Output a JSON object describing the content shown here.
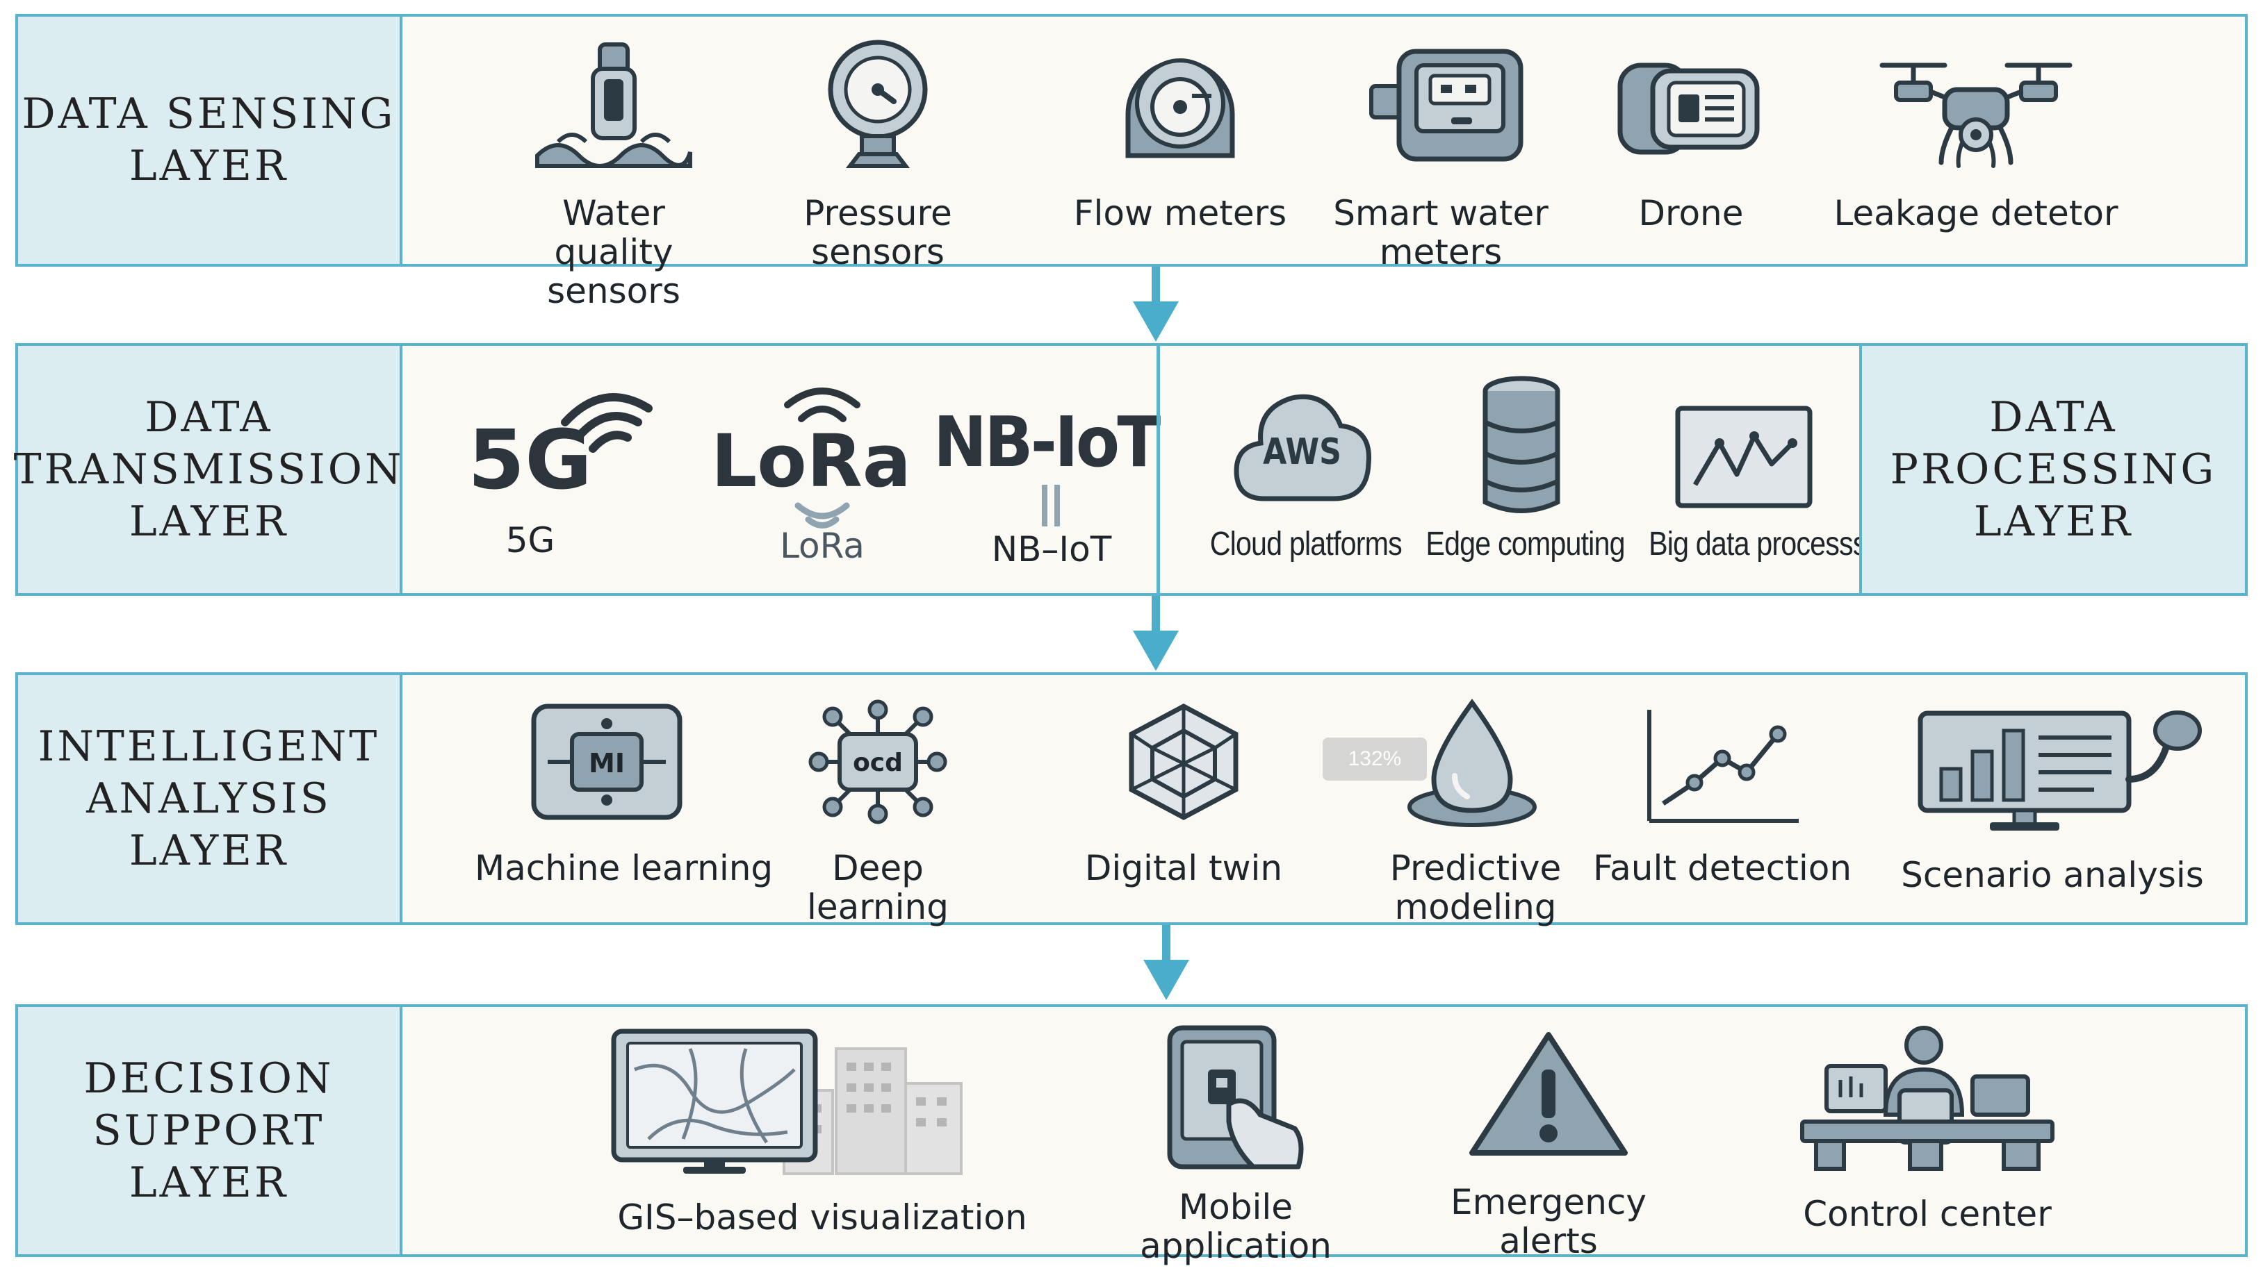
{
  "layers": {
    "sensing": {
      "label": "DATA SENSING\nLAYER",
      "items": [
        {
          "label": "Water quality\nsensors",
          "icon": "water-quality-sensor-icon"
        },
        {
          "label": "Pressure\nsensors",
          "icon": "pressure-gauge-icon"
        },
        {
          "label": "Flow meters",
          "icon": "flow-meter-icon"
        },
        {
          "label": "Smart water\nmeters",
          "icon": "smart-meter-icon"
        },
        {
          "label": "Drone",
          "icon": "drone-camera-icon"
        },
        {
          "label": "Leakage detetor",
          "icon": "drone-icon"
        }
      ]
    },
    "transmission": {
      "label": "DATA\nTRANSMISSION\nLAYER",
      "items": [
        {
          "logo": "5G",
          "label": "5G",
          "icon": "wifi-signal-icon"
        },
        {
          "logo": "LoRa",
          "label": "LoRa",
          "icon": "signal-arcs-icon"
        },
        {
          "logo": "NB-IoT",
          "label": "NB–IoT",
          "icon": "nb-iot-icon"
        }
      ]
    },
    "processing": {
      "label": "DATA\nPROCESSING\nLAYER",
      "items": [
        {
          "logo": "AWS",
          "label": "Cloud platforms",
          "icon": "cloud-icon"
        },
        {
          "label": "Edge computing",
          "icon": "database-icon"
        },
        {
          "label": "Big data processs",
          "icon": "line-chart-icon"
        }
      ]
    },
    "analysis": {
      "label": "INTELLIGENT\nANALYSIS\nLAYER",
      "items": [
        {
          "chip": "MI",
          "label": "Machine learning",
          "icon": "chip-icon"
        },
        {
          "chip": "ocd",
          "label": "Deep\nlearning",
          "icon": "neural-network-icon"
        },
        {
          "label": "Digital twin",
          "icon": "geodesic-icon"
        },
        {
          "label": "Predictive\nmodeling",
          "icon": "water-drop-icon"
        },
        {
          "label": "Fault detection",
          "icon": "trend-chart-icon"
        },
        {
          "label": "Scenario analysis",
          "icon": "dashboard-monitor-icon"
        }
      ],
      "watermark": "132%"
    },
    "decision": {
      "label": "DECISION\nSUPPORT LAYER",
      "items": [
        {
          "label": "GIS–based visualization",
          "icon": "gis-monitor-icon"
        },
        {
          "label": "Mobile\napplication",
          "icon": "mobile-hand-icon"
        },
        {
          "label": "Emergency\nalerts",
          "icon": "warning-triangle-icon"
        },
        {
          "label": "Control center",
          "icon": "operator-desk-icon"
        }
      ]
    }
  },
  "colors": {
    "border": "#5ab3cd",
    "label_bg": "#dcedf2",
    "panel_bg": "#fbf9f4",
    "icon_fill": "#8fa3b0",
    "icon_stroke": "#2c3a44"
  }
}
